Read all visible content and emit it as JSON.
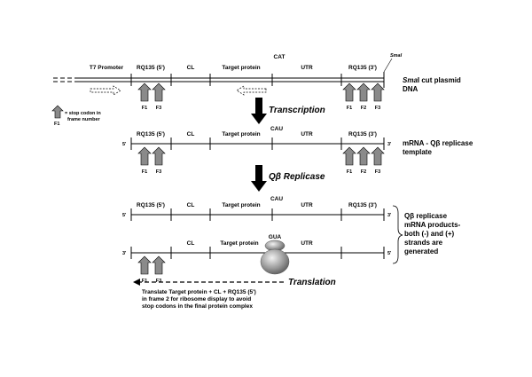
{
  "row1": {
    "segments": {
      "promoter": "T7 Promoter",
      "rq5": "RQ135 (5')",
      "cl": "CL",
      "target": "Target protein",
      "codon": "CAT",
      "utr": "UTR",
      "rq3": "RQ135 (3')",
      "site": "SmaI"
    },
    "frames_left": [
      "F1",
      "F3"
    ],
    "frames_right": [
      "F1",
      "F2",
      "F3"
    ],
    "side_label": {
      "pre": "Sma",
      "mid": "I cut plasmid",
      "line2": "DNA"
    }
  },
  "legend": {
    "line1": "= stop codon in",
    "line2": "frame number",
    "frame": "F1"
  },
  "step1": "Transcription",
  "row2": {
    "end5": "5'",
    "end3": "3'",
    "segments": {
      "rq5": "RQ135 (5')",
      "cl": "CL",
      "target": "Target protein",
      "codon": "CAU",
      "utr": "UTR",
      "rq3": "RQ135 (3')"
    },
    "frames_left": [
      "F1",
      "F3"
    ],
    "frames_right": [
      "F1",
      "F2",
      "F3"
    ],
    "side_label": {
      "line1": "mRNA - Qβ replicase",
      "line2": "template"
    }
  },
  "step2": "Qβ Replicase",
  "row3": {
    "end5": "5'",
    "end3": "3'",
    "segments": {
      "rq5": "RQ135 (5')",
      "cl": "CL",
      "target": "Target protein",
      "codon": "CAU",
      "utr": "UTR",
      "rq3": "RQ135 (3')"
    }
  },
  "row4": {
    "end3": "3'",
    "end5": "5'",
    "segments": {
      "cl": "CL",
      "target": "Target protein",
      "codon": "GUA",
      "utr": "UTR"
    },
    "frames_left": [
      "F1",
      "F3"
    ]
  },
  "right_brace_label": [
    "Qβ replicase",
    "mRNA products-",
    "both (-) and (+)",
    "strands are",
    "generated"
  ],
  "step3": "Translation",
  "bottom_note": [
    "Translate Target protein + CL + RQ135 (5')",
    "in frame 2 for ribosome display to avoid",
    "stop codons in the final protein complex"
  ]
}
